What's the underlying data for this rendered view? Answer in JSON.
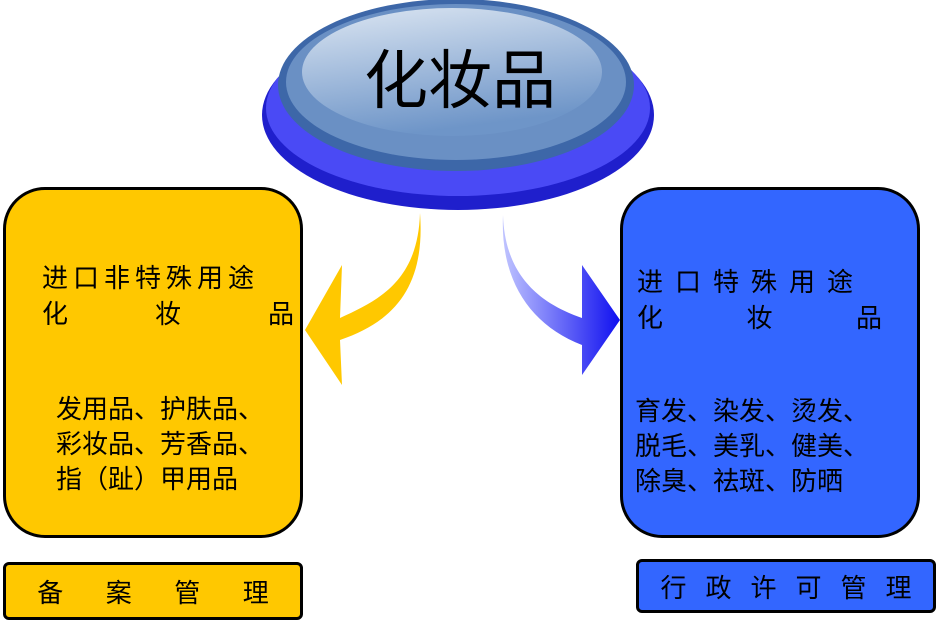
{
  "title": "化妆品",
  "left": {
    "heading_line1": "进口非特殊用途",
    "heading_line2": [
      "化",
      "妆",
      "品"
    ],
    "items": [
      "发用品、护肤品、",
      "彩妆品、芳香品、",
      "指（趾）甲用品"
    ],
    "label": [
      "备",
      "案",
      "管",
      "理"
    ]
  },
  "right": {
    "heading_line1": "进口特殊用途",
    "heading_line2": [
      "化",
      "妆",
      "品"
    ],
    "items": [
      "育发、染发、烫发、",
      "脱毛、美乳、健美、",
      "除臭、祛斑、防晒"
    ],
    "label": [
      "行",
      "政",
      "许",
      "可",
      "管",
      "理"
    ]
  },
  "colors": {
    "yellow": "#FFC800",
    "blue": "#3366FF",
    "disc": "#2B2BE8"
  }
}
